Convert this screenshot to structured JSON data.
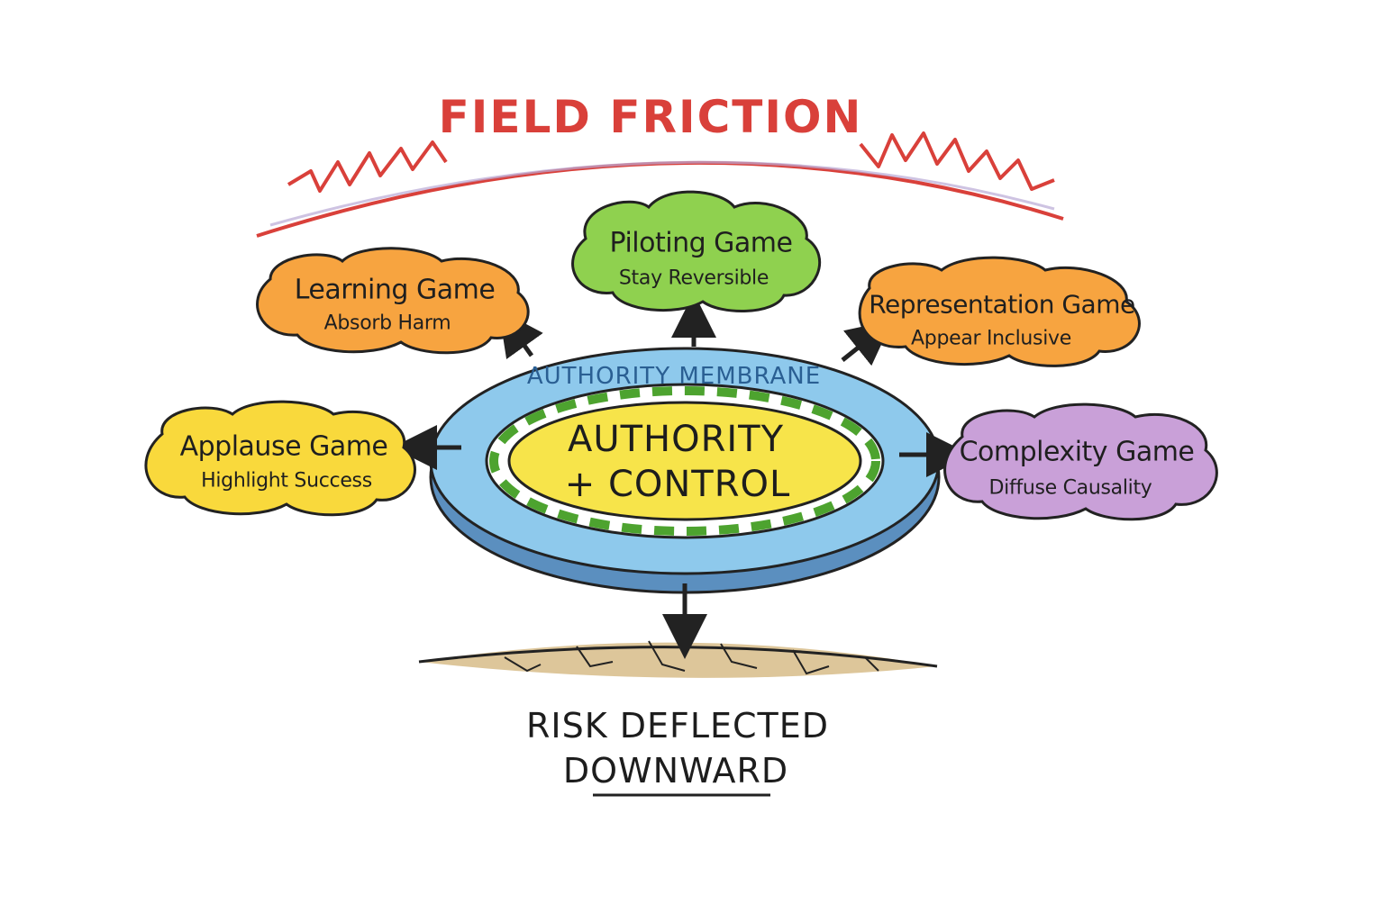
{
  "title": "FIELD FRICTION",
  "membrane_label": "AUTHORITY MEMBRANE",
  "core": {
    "line1": "AUTHORITY",
    "line2": "+ CONTROL"
  },
  "games": {
    "piloting": {
      "title": "Piloting Game",
      "subtitle": "Stay Reversible",
      "color": "#8fd14f"
    },
    "learning": {
      "title": "Learning Game",
      "subtitle": "Absorb Harm",
      "color": "#f7a440"
    },
    "representation": {
      "title": "Representation Game",
      "subtitle": "Appear Inclusive",
      "color": "#f7a440"
    },
    "applause": {
      "title": "Applause Game",
      "subtitle": "Highlight Success",
      "color": "#f9d93c"
    },
    "complexity": {
      "title": "Complexity Game",
      "subtitle": "Diffuse Causality",
      "color": "#c9a0d8"
    }
  },
  "risk": {
    "line1": "RISK DEFLECTED",
    "line2": "DOWNWARD"
  },
  "colors": {
    "friction": "#d9403a",
    "membrane": "#8ec9ec",
    "core": "#f7e44a",
    "ground": "#d9c08f",
    "ink": "#222222"
  }
}
